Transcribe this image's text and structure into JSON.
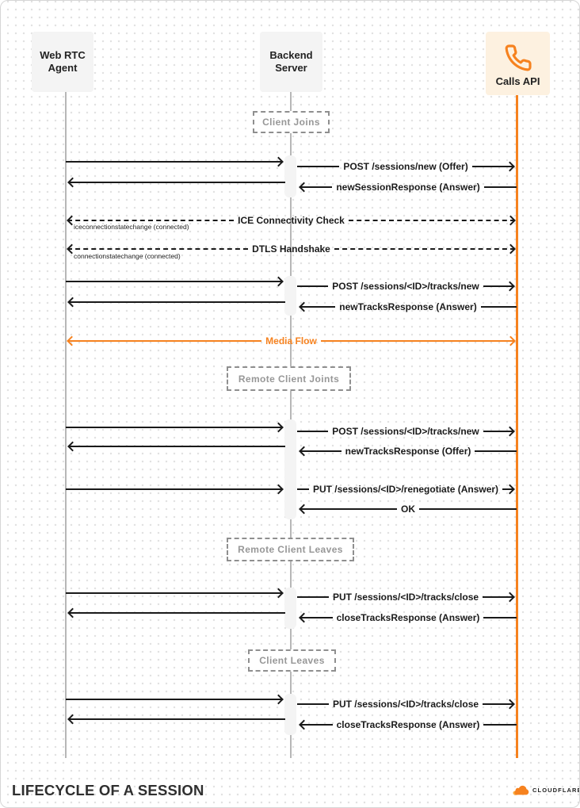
{
  "actors": {
    "webrtc": "Web RTC\nAgent",
    "backend": "Backend\nServer",
    "calls": "Calls API"
  },
  "phases": {
    "client_joins": "Client Joins",
    "remote_client_joins": "Remote Client Joints",
    "remote_client_leaves": "Remote Client Leaves",
    "client_leaves": "Client Leaves"
  },
  "messages": {
    "post_sessions_new": "POST /sessions/new (Offer)",
    "new_session_response": "newSessionResponse (Answer)",
    "ice_connectivity_check": "ICE Connectivity Check",
    "ice_event": "iceconnectionstatechange (connected)",
    "dtls_handshake": "DTLS Handshake",
    "dtls_event": "connectionstatechange (connected)",
    "post_tracks_new_1": "POST /sessions/<ID>/tracks/new",
    "new_tracks_response_answer_1": "newTracksResponse (Answer)",
    "media_flow": "Media Flow",
    "post_tracks_new_2": "POST /sessions/<ID>/tracks/new",
    "new_tracks_response_offer": "newTracksResponse (Offer)",
    "put_renegotiate": "PUT /sessions/<ID>/renegotiate (Answer)",
    "ok": "OK",
    "put_tracks_close_1": "PUT /sessions/<ID>/tracks/close",
    "close_tracks_response_1": "closeTracksResponse (Answer)",
    "put_tracks_close_2": "PUT /sessions/<ID>/tracks/close",
    "close_tracks_response_2": "closeTracksResponse (Answer)"
  },
  "footer": {
    "title": "LIFECYCLE OF A SESSION",
    "brand": "CLOUDFLARE"
  },
  "colors": {
    "accent_orange": "#F6821F",
    "brand_light_orange": "#FBAD41",
    "arrow_black": "#1A1A1A",
    "lifeline_gray": "#B7B7B7",
    "calls_box_bg": "#FDF1E0",
    "actor_box_bg": "#F4F4F4"
  },
  "icons": {
    "calls_api": "phone-icon",
    "brand_logo": "cloudflare-cloud-icon"
  }
}
